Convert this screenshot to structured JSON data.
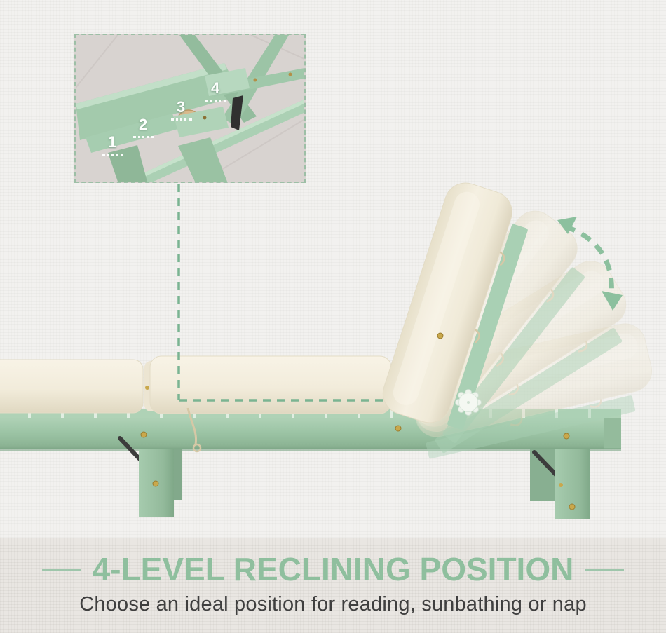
{
  "hero": {
    "inset_levels": [
      "1",
      "2",
      "3",
      "4"
    ]
  },
  "caption": {
    "title": "4-LEVEL RECLINING POSITION",
    "subtitle": "Choose an ideal position for reading, sunbathing or nap"
  },
  "icons": {
    "recline_arc_arrow": "curved-double-headed-dashed-arrow",
    "adjustment_knob": "scalloped-round-knob",
    "callout_connector": "dashed-elbow-line"
  },
  "colors": {
    "accent_green": "#8fbf9e",
    "frame_green": "#9cc4a5",
    "cushion_cream": "#f2ecdb",
    "subtitle_gray": "#3f3f3f",
    "band_bg": "#e9e6e2",
    "page_bg": "#f2f1ef",
    "connector_green": "#7ab492"
  }
}
